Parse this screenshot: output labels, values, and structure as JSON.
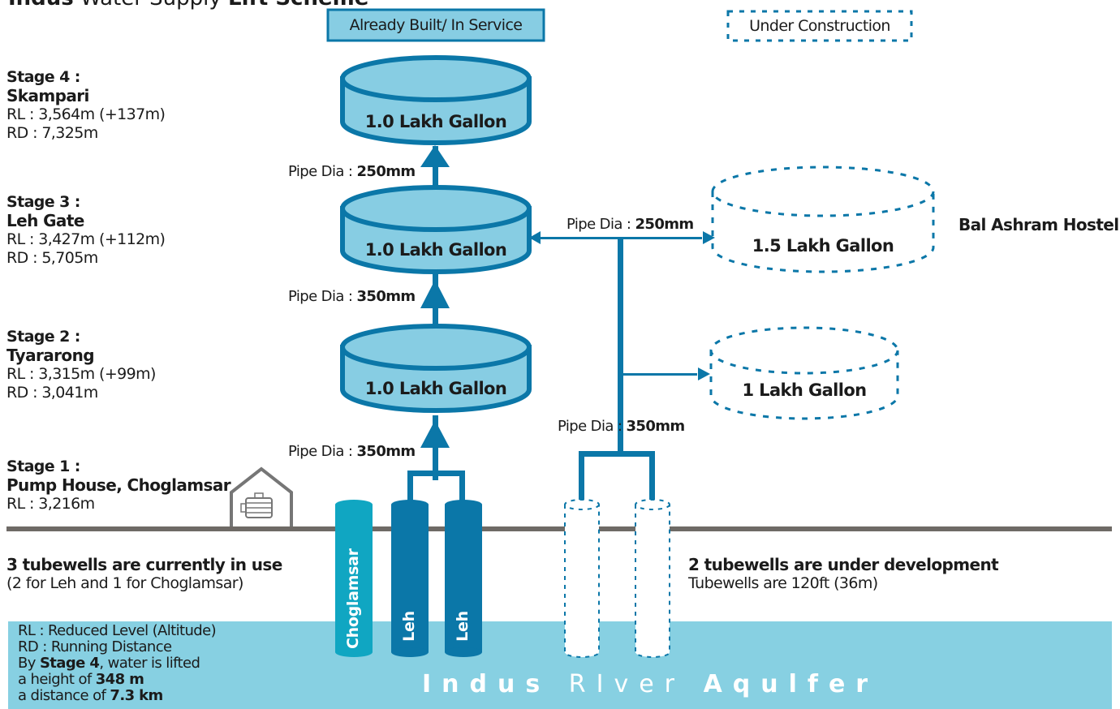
{
  "title": {
    "prefix": "Indus",
    "middle": " Water Supply ",
    "suffix": "Lift Scheme"
  },
  "legend": {
    "built": "Already Built/ In Service",
    "under_construction": "Under Construction"
  },
  "stages": [
    {
      "heading": "Stage 4 :",
      "name": "Skampari",
      "rl": "RL : 3,564m (+137m)",
      "rd": "RD : 7,325m"
    },
    {
      "heading": "Stage 3 :",
      "name": "Leh Gate",
      "rl": "RL : 3,427m (+112m)",
      "rd": "RD : 5,705m"
    },
    {
      "heading": "Stage 2 :",
      "name": "Tyararong",
      "rl": "RL : 3,315m (+99m)",
      "rd": "RD : 3,041m"
    },
    {
      "heading": "Stage 1 :",
      "name": "Pump House, Choglamsar",
      "rl": "RL : 3,216m"
    }
  ],
  "tanks": {
    "stage4": "1.0 Lakh Gallon",
    "stage3": "1.0 Lakh Gallon",
    "stage2": "1.0 Lakh Gallon",
    "hostel": "1.5 Lakh Gallon",
    "new": "1 Lakh Gallon"
  },
  "pipes": {
    "prefix": "Pipe Dia : ",
    "p4": "250mm",
    "p3": "350mm",
    "p2": "350mm",
    "branch": "250mm",
    "new": "350mm"
  },
  "hostel_label": "Bal Ashram Hostel",
  "wells": {
    "w1": "Choglamsar",
    "w2": "Leh",
    "w3": "Leh"
  },
  "tubewells_active": {
    "title": "3 tubewells are currently in use",
    "detail": "(2 for Leh and 1 for Choglamsar)"
  },
  "tubewells_new": {
    "title": "2 tubewells are under development",
    "detail": "Tubewells are 120ft (36m)"
  },
  "notes": {
    "rl": "RL : Reduced Level (Altitude)",
    "rd": "RD : Running Distance",
    "lift_prefix": "By ",
    "lift_stage": "Stage 4",
    "lift_suffix": ", water is lifted",
    "height_prefix": "a height of ",
    "height_value": "348 m",
    "distance_prefix": "a distance of ",
    "distance_value": "7.3 km"
  },
  "aquifer": {
    "word1": "Indus",
    "word2": "RIver",
    "word3": "Aqulfer"
  },
  "colors": {
    "blue": "#0b77a8",
    "tank_fill": "#87cde3",
    "aquifer": "#87d0e2",
    "well_choglamsar": "#10a6c2",
    "ground": "#6e6a66",
    "house": "#767676"
  }
}
